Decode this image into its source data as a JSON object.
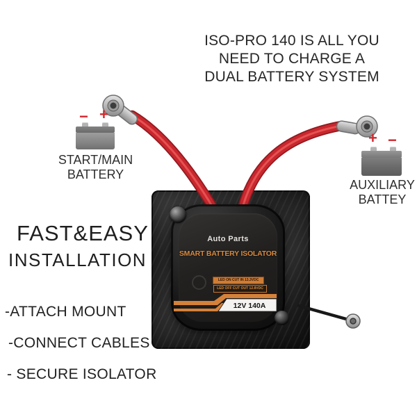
{
  "headline": {
    "line1": "ISO-PRO 140 IS ALL YOU",
    "line2": "NEED TO CHARGE A",
    "line3": "DUAL BATTERY SYSTEM"
  },
  "left_battery": {
    "minus_sign": "−",
    "plus_sign": "+",
    "label_line1": "START/MAIN",
    "label_line2": "BATTERY"
  },
  "right_battery": {
    "plus_sign": "+",
    "minus_sign": "−",
    "label_line1": "AUXILIARY",
    "label_line2": "BATTEY"
  },
  "promo": {
    "title_line1": "FAST&EASY",
    "title_line2": "INSTALLATION",
    "steps": [
      "-ATTACH MOUNT",
      "-CONNECT CABLES",
      "- SECURE ISOLATOR"
    ]
  },
  "isolator": {
    "brand": "Auto Parts",
    "name": "SMART BATTERY ISOLATOR",
    "spec_line1": "LED ON CUT IN 13.3VDC",
    "spec_line2": "LED OFF CUT OUT 12.8VDC",
    "rating": "12V 140A"
  },
  "colors": {
    "cable_red": "#c9272e",
    "accent_orange": "#d5813a",
    "sign_red": "#d2272e",
    "plate_black": "#1b1b1b",
    "text_dark": "#272727"
  }
}
